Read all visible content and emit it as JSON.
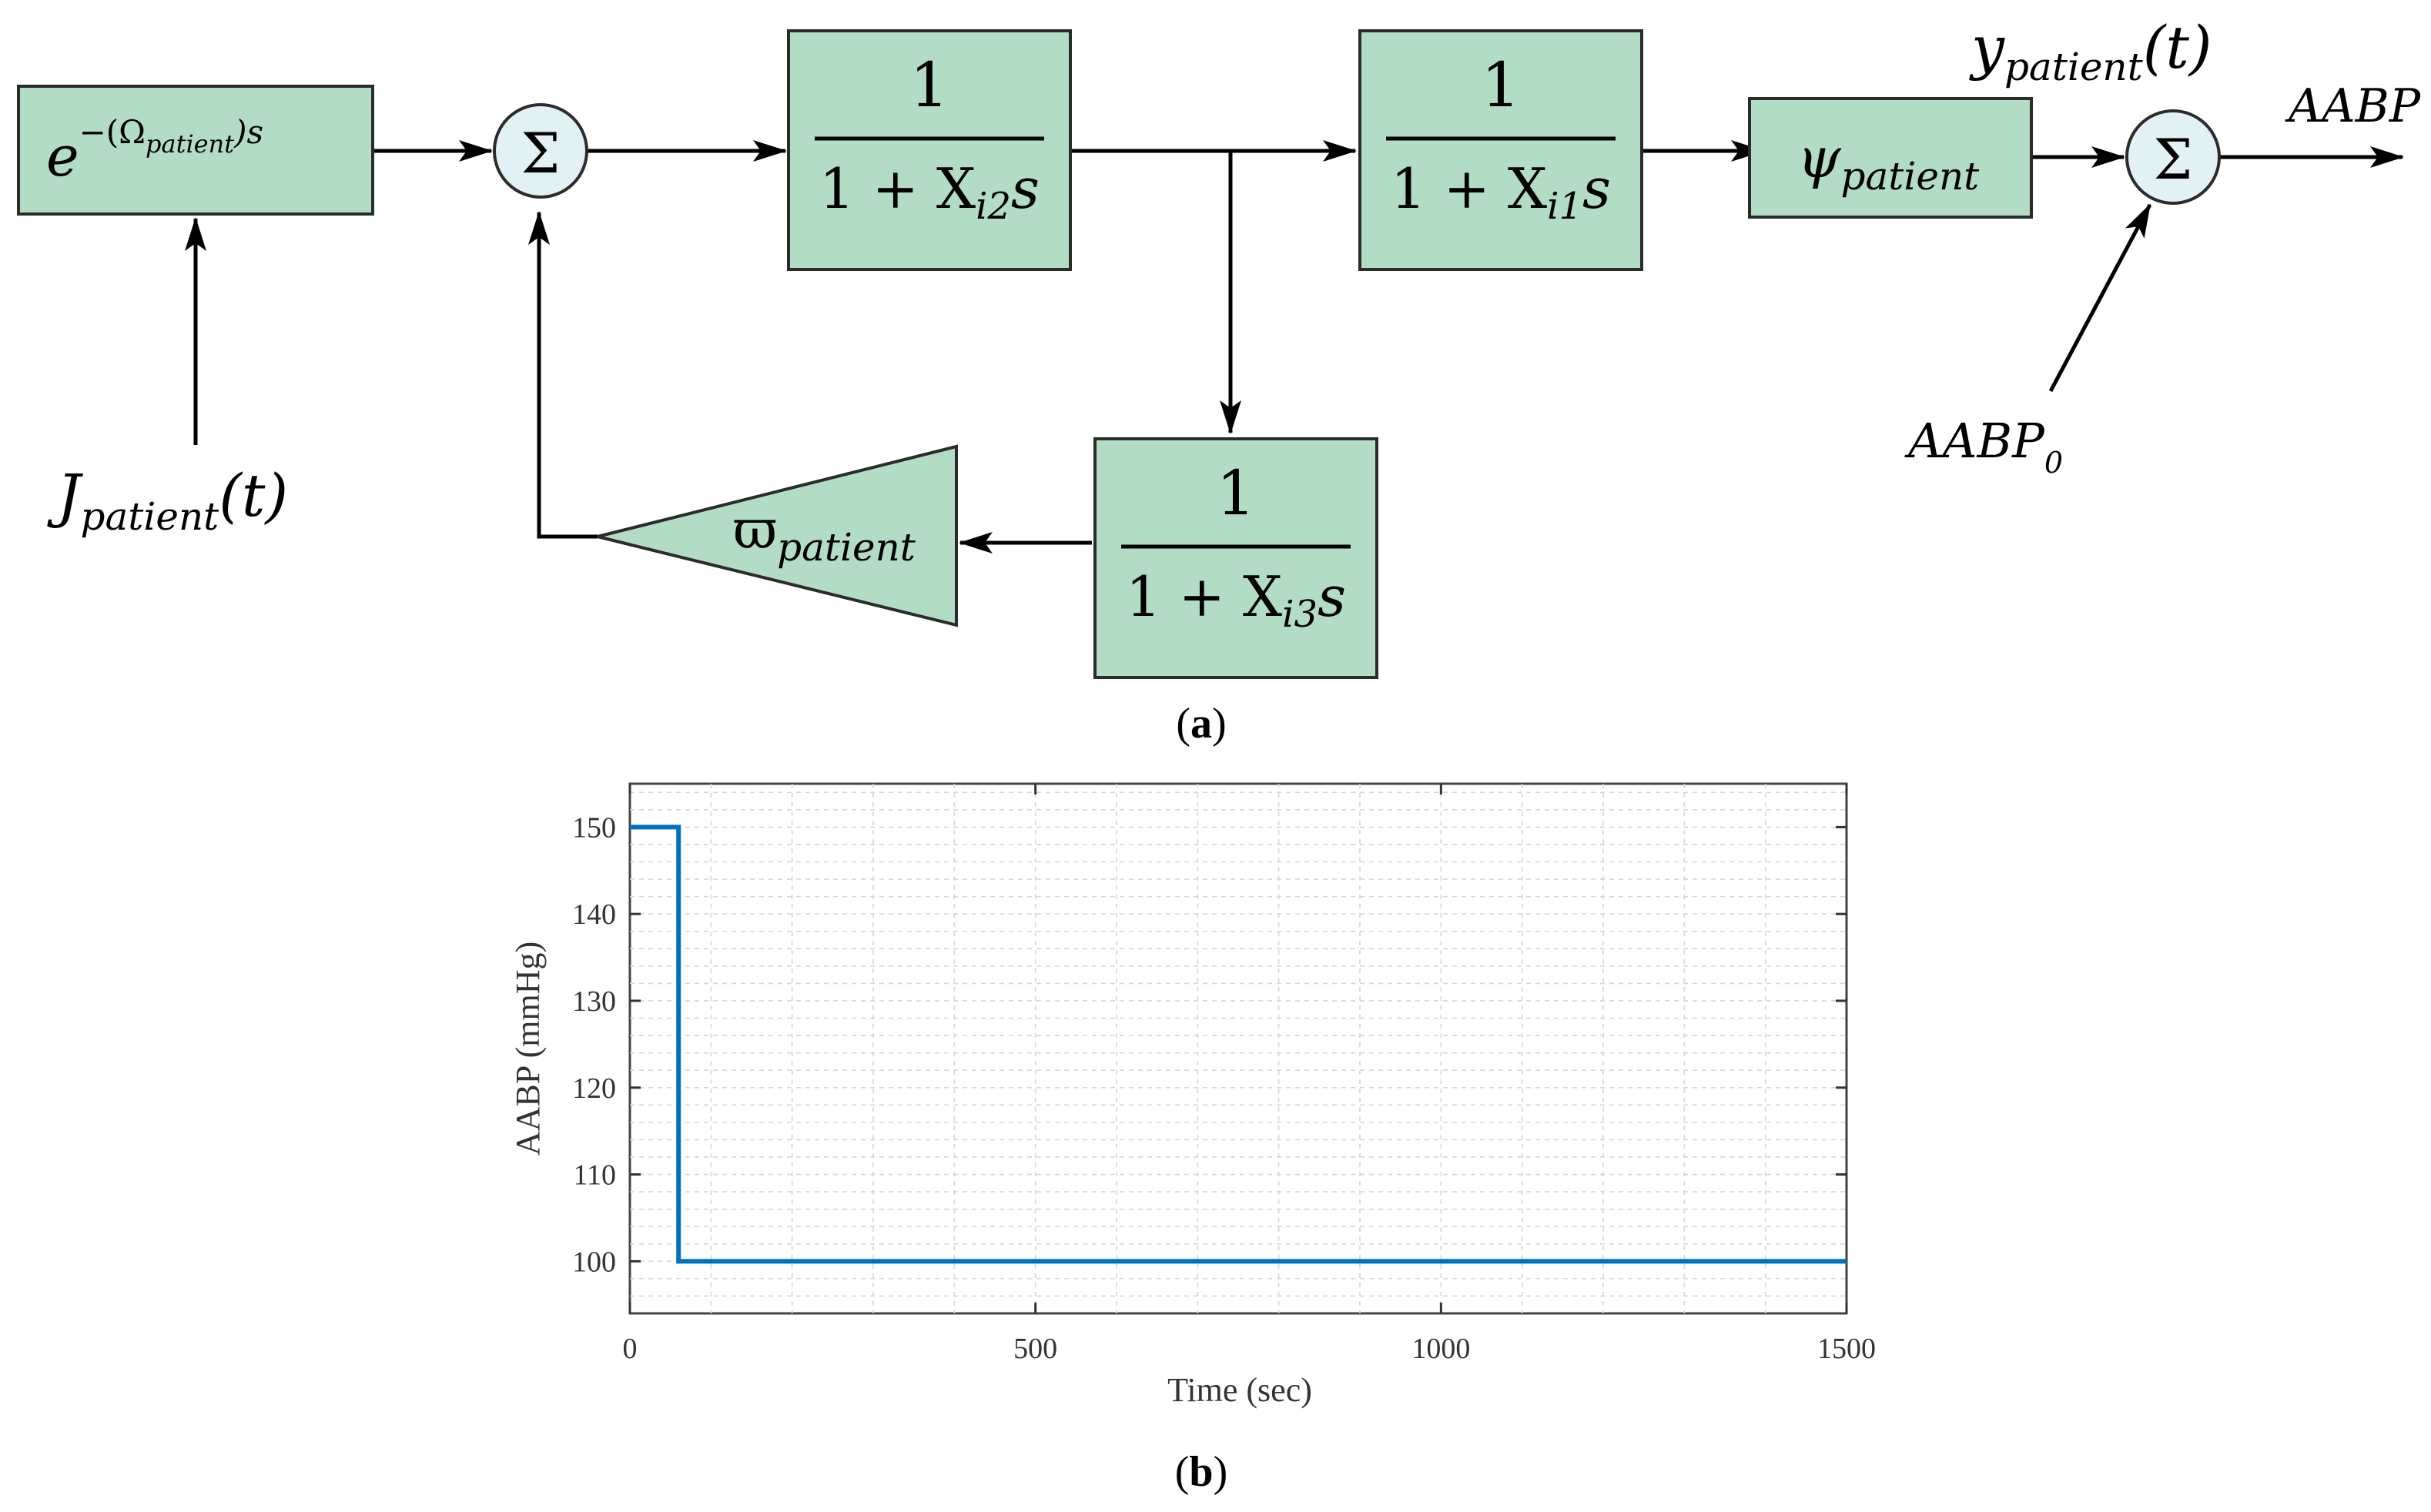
{
  "diagram": {
    "delay_block": {
      "base": "e",
      "exponent": "−(Ω",
      "exp_sub": "patient",
      "exp_tail": ")s"
    },
    "input_signal": {
      "symbol": "J",
      "sub": "patient",
      "arg": "(t)"
    },
    "sum_symbol": "Σ",
    "block1": {
      "numerator": "1",
      "den_prefix": "1 + X",
      "den_sub": "i2",
      "den_var": "s"
    },
    "block2": {
      "numerator": "1",
      "den_prefix": "1 + X",
      "den_sub": "i1",
      "den_var": "s"
    },
    "block3": {
      "numerator": "1",
      "den_prefix": "1 + X",
      "den_sub": "i3",
      "den_var": "s"
    },
    "gain_block": {
      "symbol": "ϖ",
      "sub": "patient"
    },
    "psi_block": {
      "symbol": "ψ",
      "sub": "patient"
    },
    "output_signal": {
      "symbol": "y",
      "sub": "patient",
      "arg": "(t)"
    },
    "output_label": "AABP",
    "offset_label": {
      "text": "AABP",
      "sub": "0"
    },
    "caption_a": {
      "open": "(",
      "letter": "a",
      "close": ")"
    }
  },
  "chart_data": {
    "type": "line",
    "xlabel": "Time (sec)",
    "ylabel": "AABP (mmHg)",
    "xlim": [
      0,
      1500
    ],
    "ylim": [
      94,
      155
    ],
    "xticks": [
      0,
      500,
      1000,
      1500
    ],
    "yticks": [
      100,
      110,
      120,
      130,
      140,
      150
    ],
    "grid": true,
    "series": [
      {
        "color": "#0072bd",
        "x": [
          0,
          60,
          60,
          1500
        ],
        "y": [
          150,
          150,
          100,
          100
        ]
      }
    ]
  },
  "caption_b": {
    "open": "(",
    "letter": "b",
    "close": ")"
  },
  "colors": {
    "block_fill": "#b3dcc4",
    "sum_fill": "#e2f1f4",
    "line": "#0072bd"
  }
}
